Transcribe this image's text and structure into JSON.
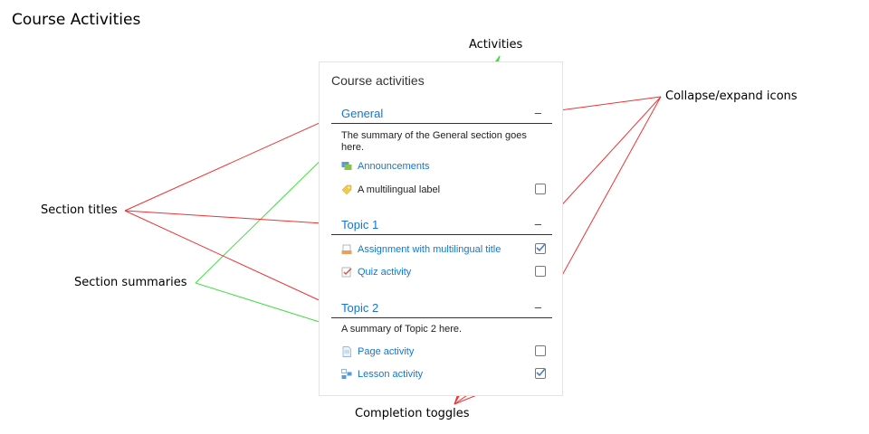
{
  "page_title": "Course Activities",
  "callouts": {
    "activities": "Activities",
    "collapse_expand": "Collapse/expand icons",
    "section_titles": "Section titles",
    "section_summaries": "Section summaries",
    "completion_toggles": "Completion toggles"
  },
  "block": {
    "title": "Course activities",
    "sections": [
      {
        "title": "General",
        "collapse_icon": "–",
        "summary": "The summary of the General section goes here.",
        "activities": [
          {
            "label": "Announcements",
            "icon": "forum-icon",
            "link": true,
            "toggle": null
          },
          {
            "label": "A multilingual label",
            "icon": "label-tag-icon",
            "link": false,
            "toggle": "unchecked"
          }
        ]
      },
      {
        "title": "Topic 1",
        "collapse_icon": "–",
        "summary": "",
        "activities": [
          {
            "label": "Assignment with multilingual title",
            "icon": "assignment-icon",
            "link": true,
            "toggle": "checked"
          },
          {
            "label": "Quiz activity",
            "icon": "quiz-icon",
            "link": true,
            "toggle": "unchecked"
          }
        ]
      },
      {
        "title": "Topic 2",
        "collapse_icon": "–",
        "summary": "A summary of Topic 2 here.",
        "activities": [
          {
            "label": "Page activity",
            "icon": "page-icon",
            "link": true,
            "toggle": "unchecked"
          },
          {
            "label": "Lesson activity",
            "icon": "lesson-icon",
            "link": true,
            "toggle": "checked"
          }
        ]
      }
    ]
  },
  "colors": {
    "link": "#1177d1",
    "activities_lines": "#44dd44",
    "summary_lines": "#44dd44",
    "title_lines": "#ee3333",
    "collapse_lines": "#ee3333",
    "toggle_lines": "#ee3333",
    "toggle_check": "#4a7cc4"
  }
}
